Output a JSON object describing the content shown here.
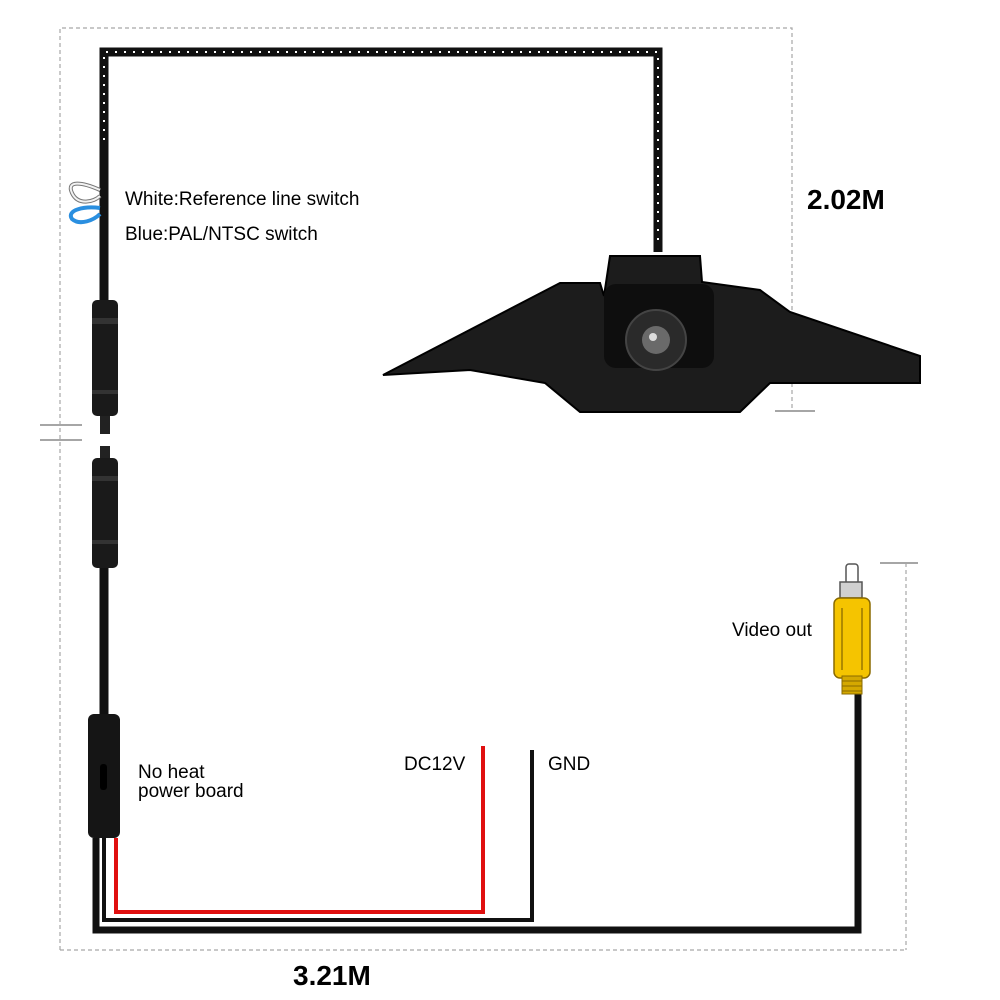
{
  "labels": {
    "white_wire": "White:Reference line switch",
    "blue_wire": "Blue:PAL/NTSC switch",
    "power_board_line1": "No heat",
    "power_board_line2": "power board",
    "dc12v": "DC12V",
    "gnd": "GND",
    "video_out": "Video out"
  },
  "dimensions": {
    "camera_cable_length": "2.02M",
    "main_cable_length": "3.21M"
  },
  "colors": {
    "cable": "#111111",
    "dc12v_wire": "#e01010",
    "gnd_wire": "#111111",
    "white_wire": "#f2f2f2",
    "blue_wire": "#2a8fe0",
    "rca_plug": "#f5c400",
    "camera_body": "#1c1c1c",
    "dimension_line": "#a0a0a0"
  },
  "icons": {
    "camera": "car-front-camera-icon",
    "connector": "inline-connector-icon",
    "rca": "rca-plug-icon"
  }
}
